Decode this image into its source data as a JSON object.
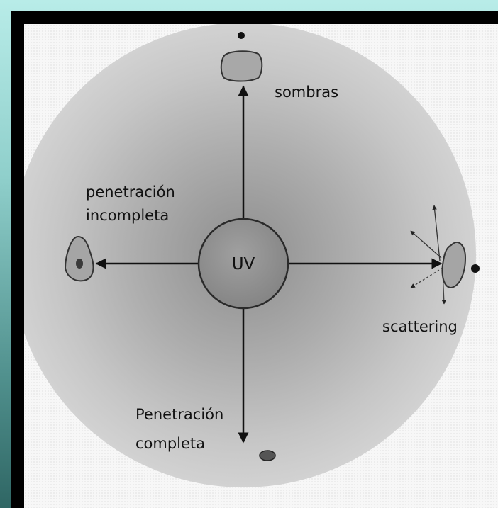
{
  "center_label": "UV",
  "labels": {
    "shadows": "sombras",
    "incomplete_penetration_line1": "penetración",
    "incomplete_penetration_line2": "incompleta",
    "scattering": "scattering",
    "complete_penetration_line1": "Penetración",
    "complete_penetration_line2": "completa"
  },
  "colors": {
    "background_top": "#b8ece8",
    "background_bottom": "#2f6664",
    "frame": "#000000",
    "panel": "#f7f7f7",
    "disc_outer": "#c8c8c8",
    "disc_inner": "#9a9a9a",
    "uv_circle": "#8f8f8f",
    "object_fill": "#a9a9a9",
    "object_dark": "#3a3a3a"
  }
}
